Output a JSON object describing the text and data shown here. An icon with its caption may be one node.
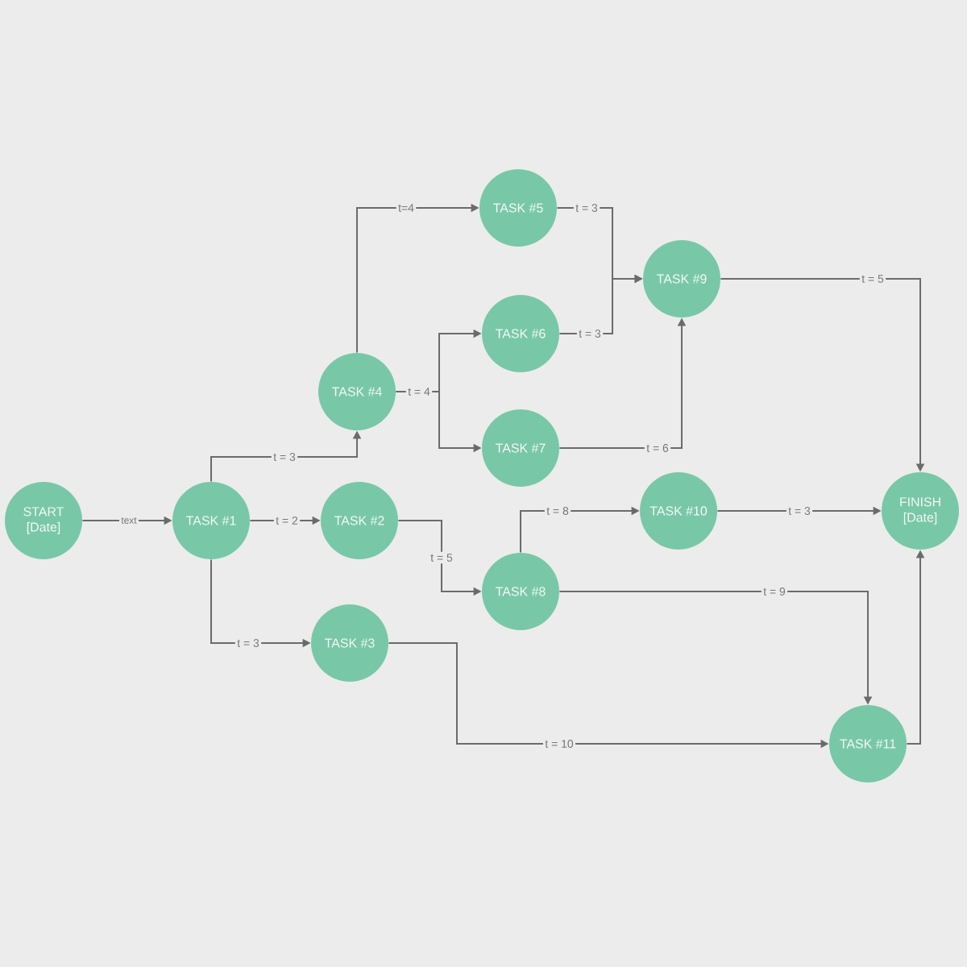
{
  "diagram": {
    "nodes": [
      {
        "text": [
          "START [Date]"
        ]
      },
      {
        "text": [
          "TASK #1"
        ]
      },
      {
        "text": [
          "TASK #2"
        ]
      },
      {
        "text": [
          "TASK #3"
        ]
      },
      {
        "text": [
          "TASK #4"
        ]
      },
      {
        "text": [
          "TASK #5"
        ]
      },
      {
        "text": [
          "TASK #6"
        ]
      },
      {
        "text": [
          "TASK #7"
        ]
      },
      {
        "text": [
          "TASK #8"
        ]
      },
      {
        "text": [
          "TASK #9"
        ]
      },
      {
        "text": [
          "TASK #10"
        ]
      },
      {
        "text": [
          "TASK #11"
        ]
      },
      {
        "text": [
          "FINISH [Date]"
        ]
      }
    ],
    "edges": [
      {
        "from": 0,
        "to": 1,
        "arrow": "to",
        "label": "text"
      },
      {
        "from": 1,
        "to": 4,
        "arrow": "to",
        "label": "t = 3"
      },
      {
        "from": 1,
        "to": 2,
        "arrow": "to",
        "label": "t = 2"
      },
      {
        "from": 1,
        "to": 3,
        "arrow": "to",
        "label": "t = 3"
      },
      {
        "from": 4,
        "to": 5,
        "arrow": "to",
        "label": "t=4"
      },
      {
        "from": 4,
        "to": 6,
        "arrow": "to",
        "label": "t = 4"
      },
      {
        "from": 4,
        "to": 7,
        "arrow": "to"
      },
      {
        "from": 2,
        "to": 8,
        "arrow": "to",
        "label": "t = 5"
      },
      {
        "from": 3,
        "to": 11,
        "arrow": "to",
        "label": "t = 10"
      },
      {
        "from": 5,
        "to": 9,
        "arrow": "to",
        "label": "t = 3"
      },
      {
        "from": 6,
        "to": 9,
        "arrow": "to",
        "label": "t = 3"
      },
      {
        "from": 7,
        "to": 9,
        "arrow": "to",
        "label": "t = 6"
      },
      {
        "from": 8,
        "to": 10,
        "arrow": "to",
        "label": "t = 8"
      },
      {
        "from": 8,
        "to": 11,
        "arrow": "to",
        "label": "t = 9"
      },
      {
        "from": 9,
        "to": 12,
        "arrow": "to",
        "label": "t = 5"
      },
      {
        "from": 10,
        "to": 12,
        "arrow": "to",
        "label": "t = 3"
      },
      {
        "from": 11,
        "to": 12,
        "arrow": "to"
      }
    ]
  }
}
